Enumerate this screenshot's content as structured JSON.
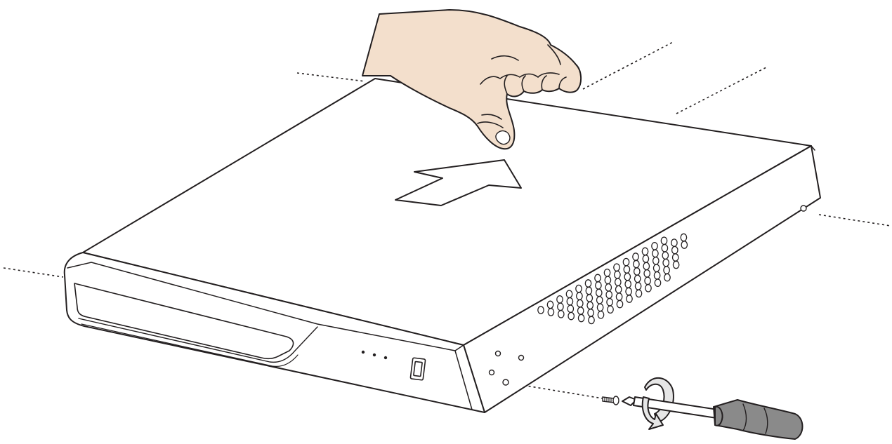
{
  "figure": {
    "kind": "line-art installation diagram",
    "text_labels": [],
    "colors": {
      "stroke": "#231f20",
      "hand_fill": "#f3dfcc",
      "device_fill": "#ffffff",
      "arrow_fill": "#ffffff",
      "handle_fill": "#8a8a8a",
      "rotation_band_fill": "#e6e6e6",
      "guide_line": "#231f20"
    },
    "icons": {
      "hand": "hand-icon",
      "slide_direction": "arrow-icon",
      "screw": "screw-icon",
      "screwdriver": "screwdriver-icon",
      "rotation": "rotate-icon",
      "device": "device-chassis",
      "vent_holes": "vent-icon",
      "status_leds": "led-icon",
      "usb_port": "port-icon"
    },
    "device": {
      "front_leds_count": 3,
      "usb_ports_count": 1,
      "vent_hole_rows": 6
    }
  }
}
